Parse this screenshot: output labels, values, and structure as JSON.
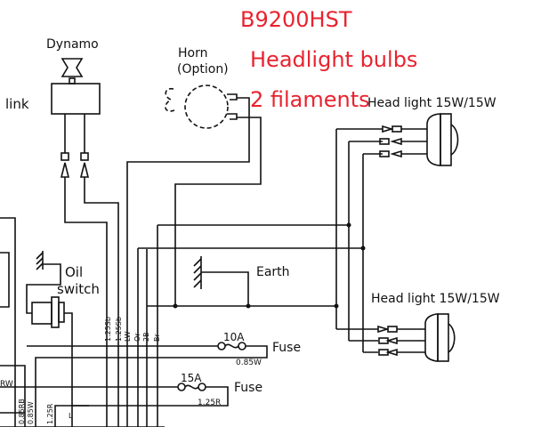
{
  "annotation": {
    "model": "B9200HST",
    "line1": "Headlight bulbs",
    "line2": "2 filaments",
    "color": "#e8232f"
  },
  "components": {
    "dynamo": "Dynamo",
    "link": "link",
    "horn_line1": "Horn",
    "horn_line2": "(Option)",
    "headlight_top": "Head light 15W/15W",
    "headlight_bottom": "Head light 15W/15W",
    "earth": "Earth",
    "oil_line1": "Oil",
    "oil_line2": "switch",
    "fuse_10a_rating": "10A",
    "fuse_10a_label": "Fuse",
    "fuse_15a_rating": "15A",
    "fuse_15a_label": "Fuse"
  },
  "wire_labels": {
    "w1": "1.25Sb",
    "w2": "1.25Sb",
    "w3": "LW",
    "w4": "Or",
    "w5": "2B",
    "w6": "Br",
    "fuse10_wire": "0.85W",
    "fuse15_wire": "1.25R",
    "rw": "RW",
    "b1": "0.85RB",
    "b2": "0.85W",
    "b3": "1.25R",
    "b4": "L"
  }
}
